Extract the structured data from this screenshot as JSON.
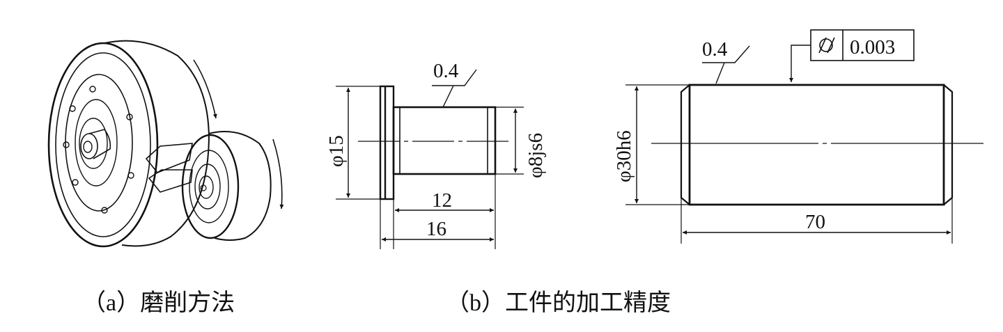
{
  "captions": {
    "a": "（a）磨削方法",
    "b": "（b）工件的加工精度"
  },
  "small_part": {
    "roughness": "0.4",
    "flange_diameter": "φ15",
    "shaft_diameter": "φ8js6",
    "shaft_length": "12",
    "total_length": "16"
  },
  "large_part": {
    "roughness": "0.4",
    "cylindricity_tolerance": "0.003",
    "diameter": "φ30h6",
    "length": "70"
  }
}
